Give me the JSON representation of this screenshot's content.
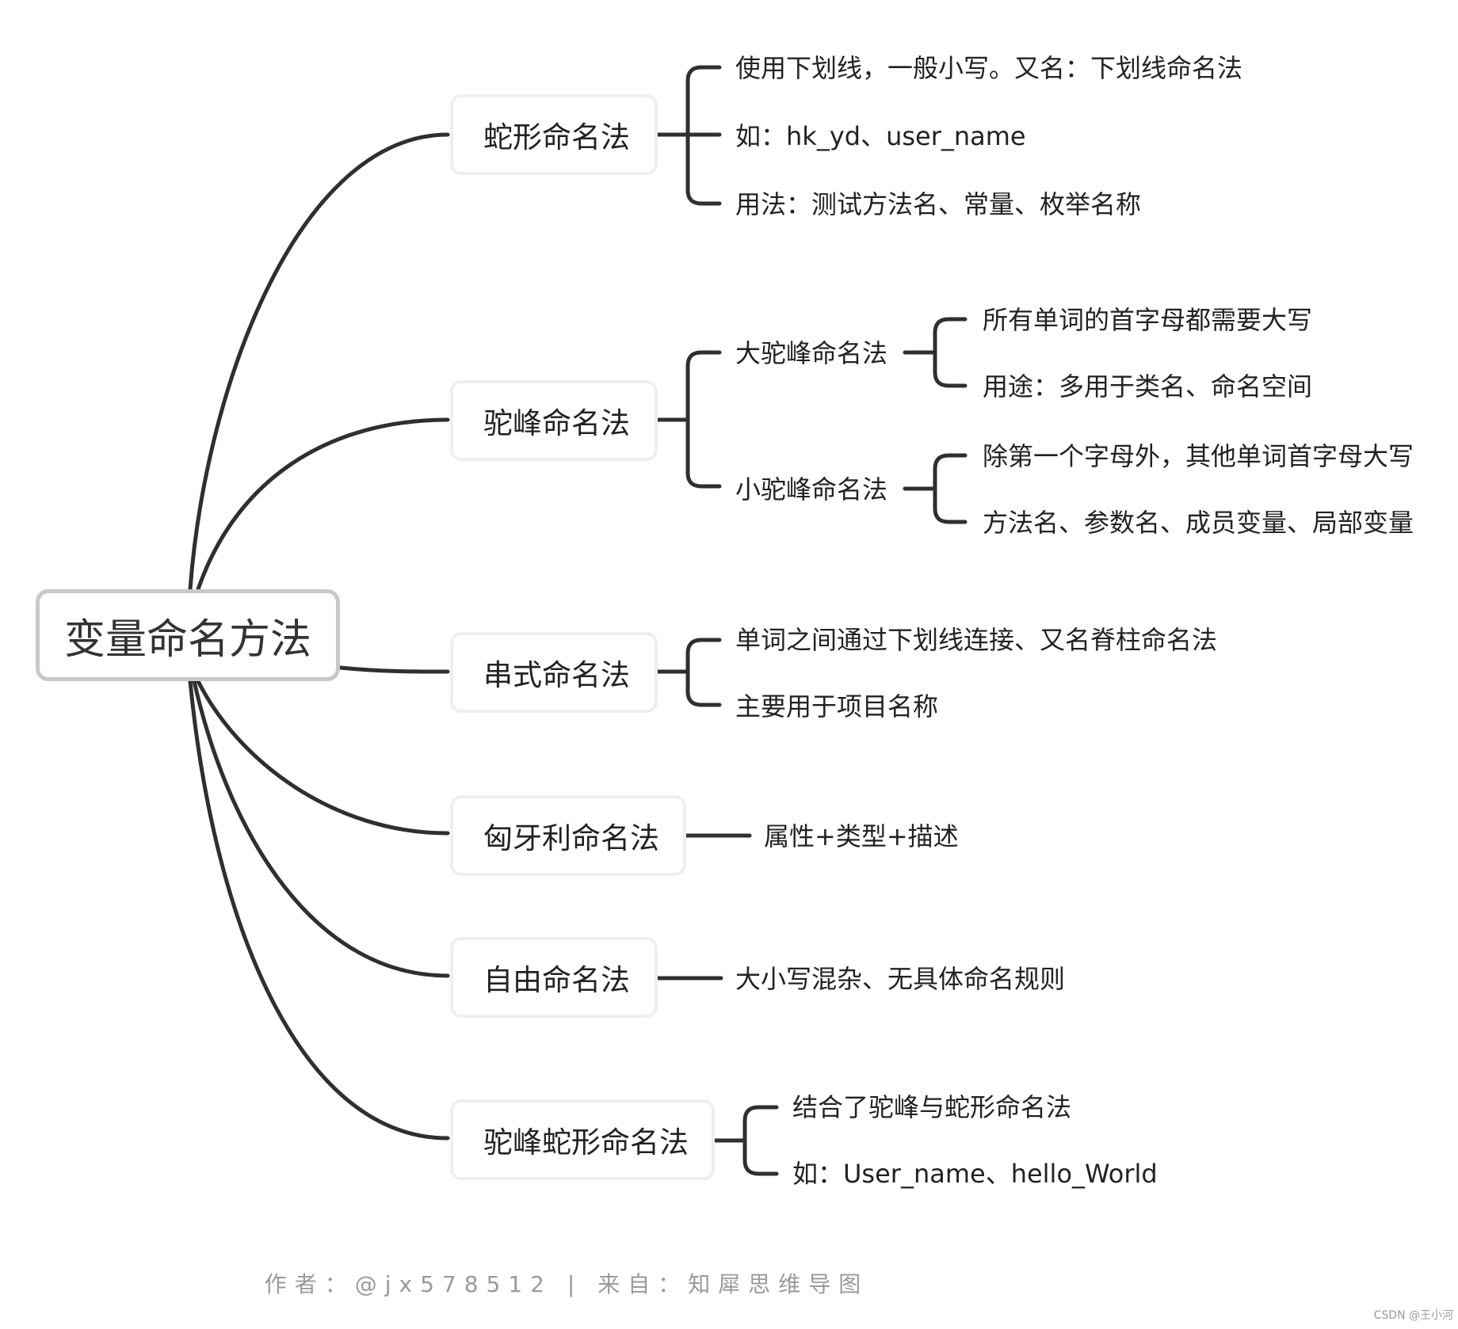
{
  "root": "变量命名方法",
  "branches": {
    "snake": {
      "label": "蛇形命名法",
      "items": [
        "使用下划线，一般小写。又名：下划线命名法",
        "如：hk_yd、user_name",
        "用法：测试方法名、常量、枚举名称"
      ]
    },
    "camel": {
      "label": "驼峰命名法",
      "big": {
        "label": "大驼峰命名法",
        "items": [
          "所有单词的首字母都需要大写",
          "用途：多用于类名、命名空间"
        ]
      },
      "small": {
        "label": "小驼峰命名法",
        "items": [
          "除第一个字母外，其他单词首字母大写",
          "方法名、参数名、成员变量、局部变量"
        ]
      }
    },
    "kebab": {
      "label": "串式命名法",
      "items": [
        "单词之间通过下划线连接、又名脊柱命名法",
        "主要用于项目名称"
      ]
    },
    "hungarian": {
      "label": "匈牙利命名法",
      "items": [
        "属性+类型+描述"
      ]
    },
    "free": {
      "label": "自由命名法",
      "items": [
        "大小写混杂、无具体命名规则"
      ]
    },
    "camelsnake": {
      "label": "驼峰蛇形命名法",
      "items": [
        "结合了驼峰与蛇形命名法",
        "如：User_name、hello_World"
      ]
    }
  },
  "footer": "作者：@jx578512 | 来自：知犀思维导图",
  "watermark": "CSDN @王小河",
  "colors": {
    "line": "#2f2f2f",
    "root_border": "#c8c8c8",
    "node_border": "#edf0f2",
    "footer": "#9a9a9a"
  }
}
